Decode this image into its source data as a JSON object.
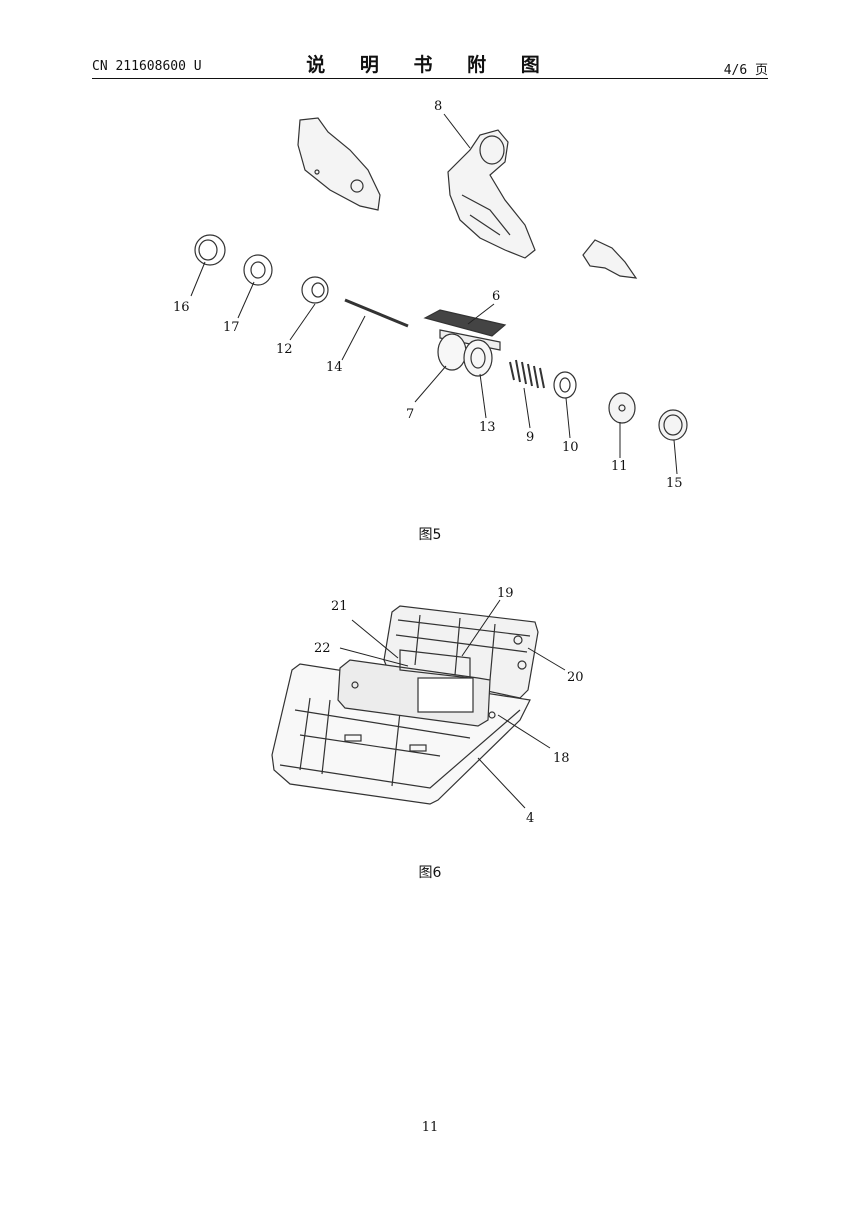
{
  "header": {
    "doc_number": "CN 211608600 U",
    "title": "说 明 书 附 图",
    "page_indicator": "4/6 页"
  },
  "figure5": {
    "caption": "图5",
    "labels": [
      "8",
      "6",
      "16",
      "17",
      "12",
      "14",
      "7",
      "13",
      "9",
      "10",
      "11",
      "15"
    ]
  },
  "figure6": {
    "caption": "图6",
    "labels": [
      "21",
      "19",
      "22",
      "20",
      "18",
      "4"
    ]
  },
  "footer": {
    "page_number": "11"
  }
}
